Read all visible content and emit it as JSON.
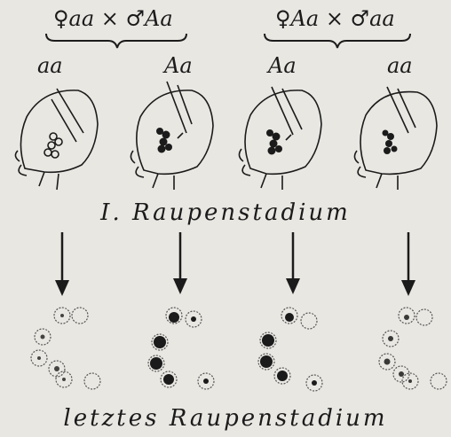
{
  "crosses": [
    {
      "label": "♀aa × ♂Aa",
      "offspring": [
        "aa",
        "Aa"
      ]
    },
    {
      "label": "♀Aa × ♂aa",
      "offspring": [
        "Aa",
        "aa"
      ]
    }
  ],
  "stage_first": "I. Raupenstadium",
  "stage_last": "letztes Raupenstadium",
  "heads": [
    {
      "genotype": "aa",
      "pigmented": false
    },
    {
      "genotype": "Aa",
      "pigmented": true
    },
    {
      "genotype": "Aa",
      "pigmented": true
    },
    {
      "genotype": "aa",
      "pigmented": true
    }
  ],
  "colors": {
    "paper": "#e9e7e2",
    "ink": "#1b1b1b"
  }
}
